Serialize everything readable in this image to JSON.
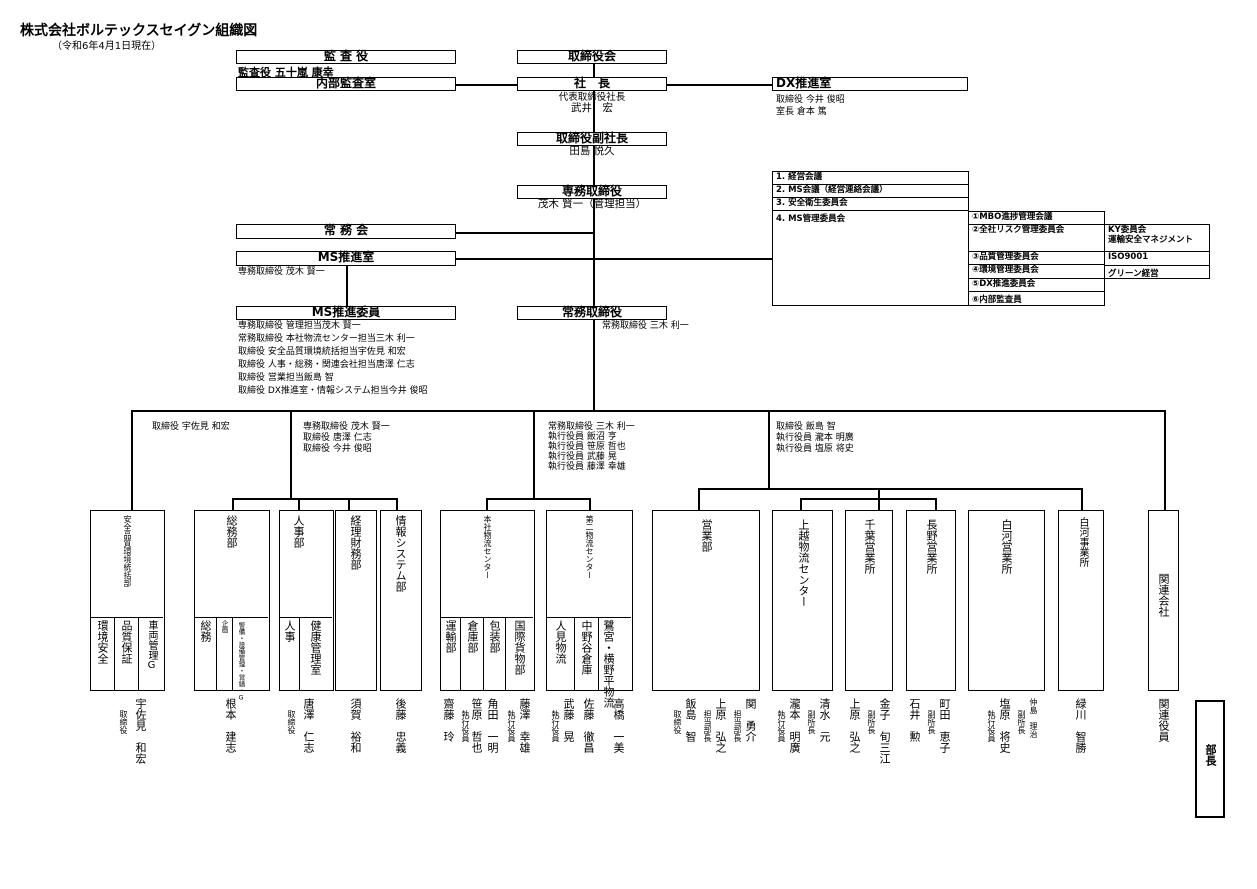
{
  "header": {
    "title": "株式会社ボルテックスセイグン組織図",
    "date": "（令和6年4月1日現在）"
  },
  "top": {
    "auditor_label": "監 査 役",
    "auditor_name": "監査役 五十嵐 康幸",
    "internal_audit": "内部監査室",
    "board": "取締役会",
    "president": "社　長",
    "president_title": "代表取締役社長",
    "president_name": "武井　宏",
    "vice": "取締役副社長",
    "vice_name": "田島 悦久",
    "senior": "専務取締役",
    "senior_name": "茂木 賢一（管理担当）",
    "dx": "DX推進室",
    "dx_l1": "取締役 今井 俊昭",
    "dx_l2": "室長 倉本 篤",
    "jomukai": "常 務 会",
    "ms_office": "MS推進室",
    "ms_office_name": "専務取締役 茂木 賢一",
    "ms_committee": "MS推進委員",
    "ms_members": [
      "専務取締役 管理担当茂木 賢一",
      "常務取締役 本社物流センター担当三木 利一",
      "取締役 安全品質環境統括担当宇佐見 和宏",
      "取締役 人事・総務・関連会社担当唐澤 仁志",
      "取締役 営業担当飯島 智",
      "取締役 DX推進室・情報システム担当今井 俊昭"
    ],
    "managing": "常務取締役",
    "managing_name": "常務取締役 三木 利一"
  },
  "meetings": [
    "1. 経営会議",
    "2. MS会議（経営連絡会議）",
    "3. 安全衛生委員会",
    "4. MS管理委員会"
  ],
  "committees": [
    "①MBO進捗管理会議",
    "②全社リスク管理委員会",
    "③品質管理委員会",
    "④環境管理委員会",
    "⑤DX推進委員会",
    "⑥内部監査員"
  ],
  "committee_notes": [
    "KY委員会",
    "運輸安全マネジメント",
    "ISO9001",
    "グリーン経営"
  ],
  "branch_heads": [
    [
      "取締役 宇佐見 和宏"
    ],
    [
      "専務取締役 茂木 賢一",
      "取締役 唐澤 仁志",
      "取締役 今井 俊昭"
    ],
    [
      "常務取締役 三木 利一",
      "執行役員 飯沼 亨",
      "執行役員 笹原 哲也",
      "執行役員 武藤 晃",
      "執行役員 藤澤 幸雄"
    ],
    [
      "取締役 飯島 智",
      "執行役員 瀧本 明廣",
      "執行役員 塩原 将史"
    ]
  ],
  "departments": [
    {
      "name": "安全品質環境統括部",
      "subs": [
        "環境安全",
        "品質保証",
        "車両管理G"
      ],
      "mgr": [
        "取締役",
        "宇佐見　和宏"
      ]
    },
    {
      "name": "総務部",
      "subs": [
        "総務",
        "企画",
        "警備・設備管理・営繕・G"
      ],
      "mgr": [
        "根本　建志"
      ]
    },
    {
      "name": "人事部",
      "subs": [
        "人事",
        "健康管理室"
      ],
      "mgr": [
        "取締役",
        "唐澤　仁志"
      ]
    },
    {
      "name": "経理財務部",
      "subs": [],
      "mgr": [
        "須賀　裕和"
      ]
    },
    {
      "name": "情報システム部",
      "subs": [],
      "mgr": [
        "後藤　忠義"
      ]
    },
    {
      "name": "本社物流センター",
      "subs": [
        "運輸部",
        "倉庫部",
        "包装部",
        "国際貨物部"
      ],
      "mgr": [
        "齋藤　玲",
        "執行役員",
        "笹原　哲也",
        "角田　一明",
        "執行役員",
        "藤澤　幸雄"
      ]
    },
    {
      "name": "第二物流センター",
      "subs": [
        "人見物流",
        "中野谷倉庫",
        "鷺宮・横野平物流"
      ],
      "mgr": [
        "執行役員",
        "武藤　晃",
        "佐藤　徹昌",
        "高橋　一美"
      ]
    },
    {
      "name": "営業部",
      "subs": [],
      "mgr": [
        "取締役",
        "飯島　智",
        "担当部長",
        "上原　弘之",
        "担当部長",
        "関　勇介"
      ]
    },
    {
      "name": "上越物流センター",
      "subs": [],
      "mgr": [
        "執行役員",
        "瀧本　明廣",
        "副所長",
        "清水　元"
      ]
    },
    {
      "name": "千葉営業所",
      "subs": [],
      "mgr": [
        "上原　弘之",
        "副所長",
        "金子　旬三江"
      ]
    },
    {
      "name": "長野営業所",
      "subs": [],
      "mgr": [
        "石井　勲",
        "副所長",
        "町田　恵子"
      ]
    },
    {
      "name": "白河営業所",
      "subs": [],
      "mgr": [
        "執行役員",
        "塩原　将史",
        "副所長",
        "仲島　理治"
      ]
    },
    {
      "name": "白河事業所",
      "subs": [],
      "mgr": [
        "緑川　智勝"
      ]
    },
    {
      "name": "関連会社",
      "subs": [],
      "mgr": [
        "関連役員"
      ]
    }
  ],
  "legend": "部長"
}
